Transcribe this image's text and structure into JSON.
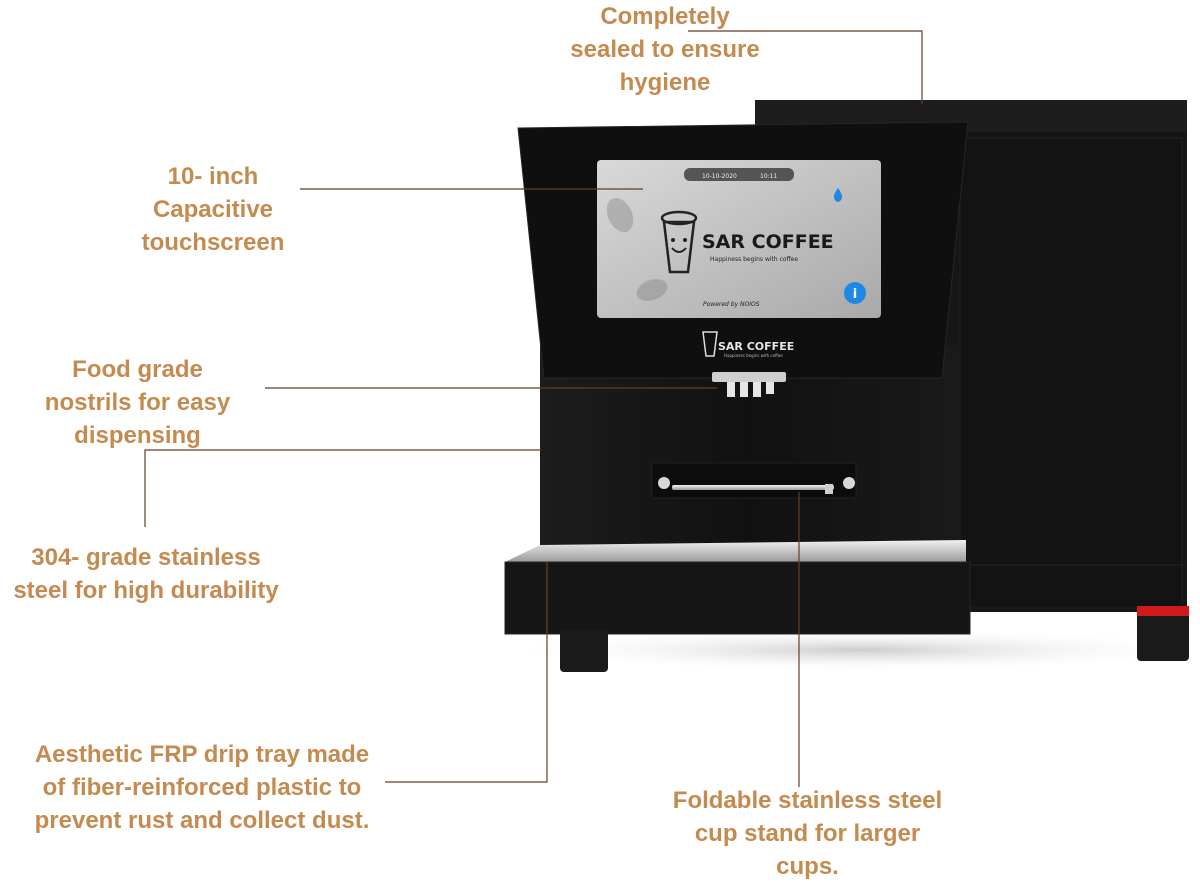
{
  "callouts": {
    "sealed": {
      "lines": [
        "Completely",
        "sealed to ensure",
        "hygiene"
      ]
    },
    "touchscreen": {
      "lines": [
        "10- inch",
        "Capacitive",
        "touchscreen"
      ]
    },
    "nostrils": {
      "lines": [
        "Food grade",
        "nostrils for easy",
        "dispensing"
      ]
    },
    "steel": {
      "lines": [
        "304- grade stainless",
        "steel for high durability"
      ]
    },
    "drip_tray": {
      "lines": [
        "Aesthetic FRP drip tray made",
        "of fiber-reinforced plastic to",
        "prevent rust and collect dust."
      ]
    },
    "cup_stand": {
      "lines": [
        "Foldable stainless steel",
        "cup stand for larger",
        "cups."
      ]
    }
  },
  "screen": {
    "date": "10-10-2020",
    "time": "10:11",
    "brand": "SAR COFFEE",
    "tagline": "Happiness begins with coffee",
    "powered_by": "Powered by NOIOS",
    "info_icon": "info-icon",
    "water_icon": "water-drop-icon"
  },
  "front_logo": {
    "brand": "SAR COFFEE",
    "tagline": "Happiness begins with coffee"
  },
  "colors": {
    "callout_text": "#c58a4f",
    "leader_line": "#6b3a2a",
    "machine_body": "#141414",
    "accent_red": "#d11a1a",
    "info_button": "#1e88e5"
  }
}
